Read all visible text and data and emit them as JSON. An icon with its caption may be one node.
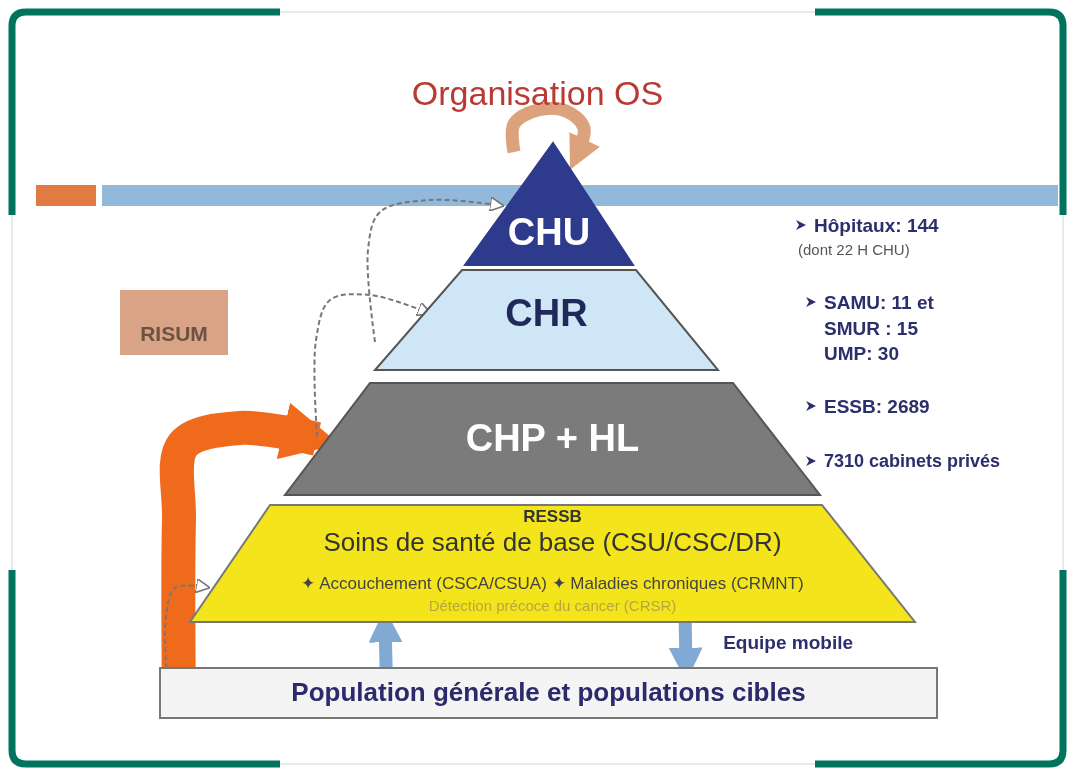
{
  "diagram": {
    "title": "Organisation OS",
    "nodes": [
      {
        "text": [
          "CHU"
        ]
      },
      {
        "text": [
          "CHR"
        ]
      },
      {
        "text": [
          "CHP + HL"
        ]
      },
      {
        "text": [
          "RESSB",
          "Soins de santé de base (CSU/CSC/DR)",
          "✦ Accouchement (CSCA/CSUA) ✦ Maladies chroniques (CRMNT)",
          "Détection précoce du cancer (CRSR)"
        ]
      },
      {
        "text": [
          "Population générale et populations cibles"
        ]
      },
      {
        "text": [
          "RISUM"
        ]
      }
    ],
    "edges": [
      {
        "from": 4,
        "to": 3,
        "arrow": "to",
        "color": "#80aad3"
      },
      {
        "from": 3,
        "to": 4,
        "arrow": "to",
        "label": "Equipe mobile",
        "color": "#80aad3"
      },
      {
        "from": 4,
        "to": 2,
        "arrow": "to",
        "style": "thick",
        "color": "#f06a1c"
      },
      {
        "from": 4,
        "to": 3,
        "arrow": "to",
        "style": "dashed"
      },
      {
        "from": 2,
        "to": 1,
        "arrow": "to",
        "style": "dashed"
      },
      {
        "from": 1,
        "to": 0,
        "arrow": "to",
        "style": "dashed"
      },
      {
        "from": null,
        "to": 0,
        "arrow": "to",
        "color": "#dba27c"
      }
    ],
    "labels": [
      "Hôpitaux: 144",
      "(dont 22 H CHU)",
      "SAMU: 11 et SMUR : 15 UMP: 30",
      "ESSB: 2689",
      "7310 cabinets privés"
    ]
  }
}
